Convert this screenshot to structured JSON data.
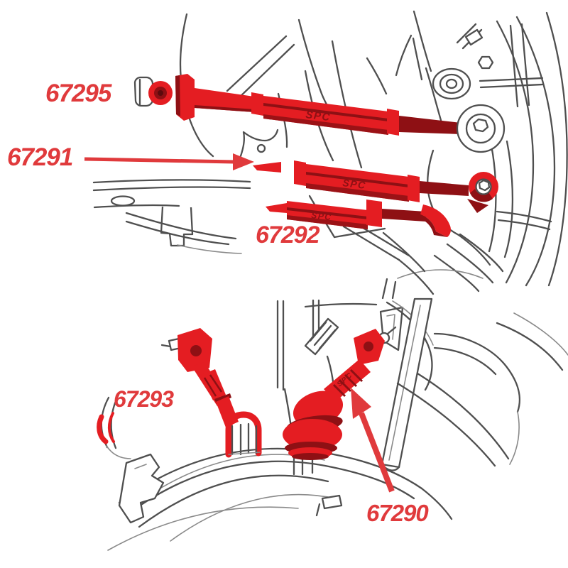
{
  "diagram": {
    "brand": "SPC",
    "labels": {
      "p67295": "67295",
      "p67291": "67291",
      "p67292": "67292",
      "p67293": "67293",
      "p67290": "67290"
    },
    "colors": {
      "part_red": "#e41d22",
      "part_red_dark": "#8e1014",
      "label_red": "#e03a3c",
      "line_gray": "#4f4f4f",
      "line_gray_light": "#8a8a8a",
      "background": "#ffffff"
    }
  }
}
